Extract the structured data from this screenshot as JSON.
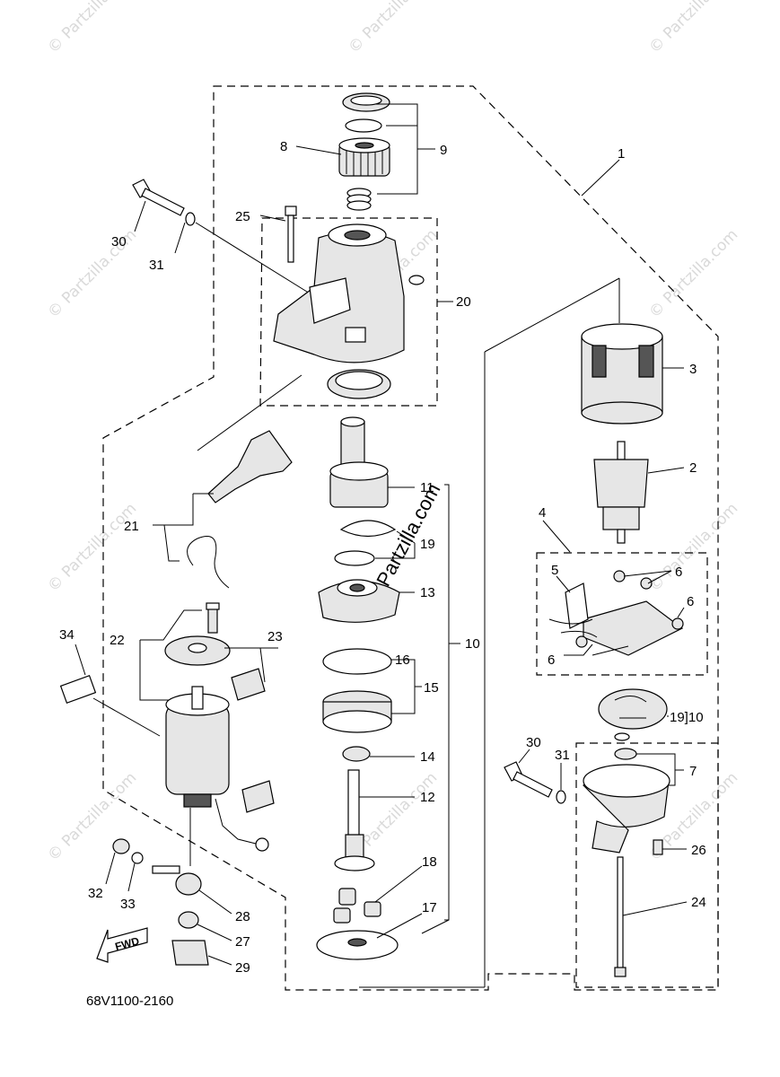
{
  "diagram_code": "68V1100-2160",
  "fwd_label": "FWD",
  "watermark_text": "© Partzilla.com",
  "center_watermark": "Partzilla.com",
  "callouts": [
    {
      "id": "c1",
      "label": "1"
    },
    {
      "id": "c2",
      "label": "2"
    },
    {
      "id": "c3",
      "label": "3"
    },
    {
      "id": "c4",
      "label": "4"
    },
    {
      "id": "c5",
      "label": "5"
    },
    {
      "id": "c6a",
      "label": "6"
    },
    {
      "id": "c6b",
      "label": "6"
    },
    {
      "id": "c6c",
      "label": "6"
    },
    {
      "id": "c7",
      "label": "7"
    },
    {
      "id": "c8",
      "label": "8"
    },
    {
      "id": "c9",
      "label": "9"
    },
    {
      "id": "c10a",
      "label": "10"
    },
    {
      "id": "c10b",
      "label": "19]10"
    },
    {
      "id": "c11",
      "label": "11"
    },
    {
      "id": "c12",
      "label": "12"
    },
    {
      "id": "c13",
      "label": "13"
    },
    {
      "id": "c14",
      "label": "14"
    },
    {
      "id": "c15",
      "label": "15"
    },
    {
      "id": "c16",
      "label": "16"
    },
    {
      "id": "c17",
      "label": "17"
    },
    {
      "id": "c18",
      "label": "18"
    },
    {
      "id": "c19",
      "label": "19"
    },
    {
      "id": "c20",
      "label": "20"
    },
    {
      "id": "c21",
      "label": "21"
    },
    {
      "id": "c22",
      "label": "22"
    },
    {
      "id": "c23",
      "label": "23"
    },
    {
      "id": "c24",
      "label": "24"
    },
    {
      "id": "c25",
      "label": "25"
    },
    {
      "id": "c26",
      "label": "26"
    },
    {
      "id": "c27",
      "label": "27"
    },
    {
      "id": "c28",
      "label": "28"
    },
    {
      "id": "c29",
      "label": "29"
    },
    {
      "id": "c30a",
      "label": "30"
    },
    {
      "id": "c30b",
      "label": "30"
    },
    {
      "id": "c31a",
      "label": "31"
    },
    {
      "id": "c31b",
      "label": "31"
    },
    {
      "id": "c32",
      "label": "32"
    },
    {
      "id": "c33",
      "label": "33"
    },
    {
      "id": "c34",
      "label": "34"
    }
  ]
}
